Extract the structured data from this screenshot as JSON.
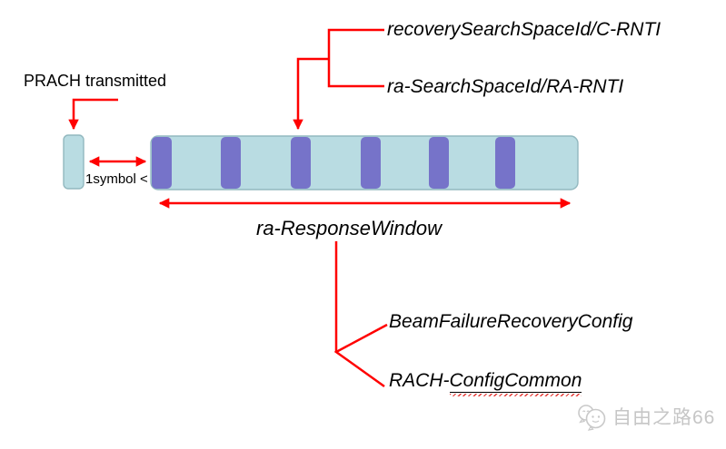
{
  "diagram": {
    "prach_label": "PRACH transmitted",
    "gap_label": "1symbol <",
    "pdcch_labels": {
      "recovery": "recoverySearchSpaceId/C-RNTI",
      "ra": "ra-SearchSpaceId/RA-RNTI"
    },
    "window_label": "ra-ResponseWindow",
    "config_labels": {
      "bfr": "BeamFailureRecoveryConfig",
      "rach_prefix": "RACH-",
      "rach_underlined": "ConfigCommon"
    },
    "timeline": {
      "monitoring_occasions": 6
    },
    "colors": {
      "bar_fill": "#b9dce2",
      "bar_border": "#92b8bf",
      "occasion_fill": "#7673c9",
      "arrow_red": "#ff0000",
      "text": "#000000",
      "watermark_gray": "#c6c6c6"
    }
  },
  "watermark": {
    "icon": "wechat-chat-bubbles-icon",
    "text": "自由之路66"
  }
}
